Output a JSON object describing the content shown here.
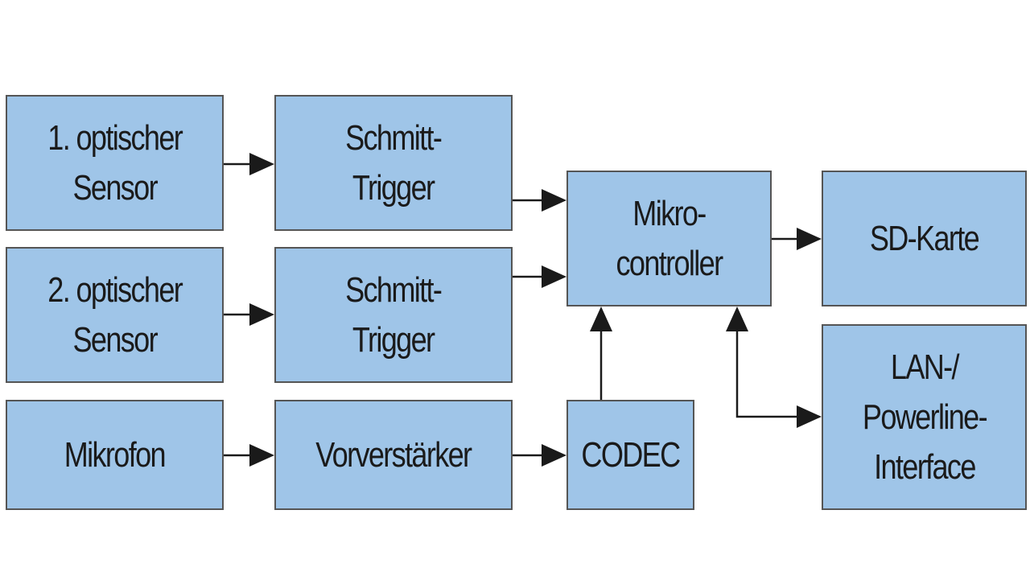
{
  "colors": {
    "box_fill": "#9fc5e8",
    "box_border": "#555555",
    "arrow": "#1a1a1a",
    "text": "#1a1a1a"
  },
  "blocks": {
    "sensor1": "1. optischer\nSensor",
    "schmitt1": "Schmitt-\nTrigger",
    "sensor2": "2. optischer\nSensor",
    "schmitt2": "Schmitt-\nTrigger",
    "mikrofon": "Mikrofon",
    "vorverstaerker": "Vorverstärker",
    "codec": "CODEC",
    "mikrocontroller": "Mikro-\ncontroller",
    "sd_karte": "SD-Karte",
    "lan_powerline": "LAN-/\nPowerline-\nInterface"
  }
}
